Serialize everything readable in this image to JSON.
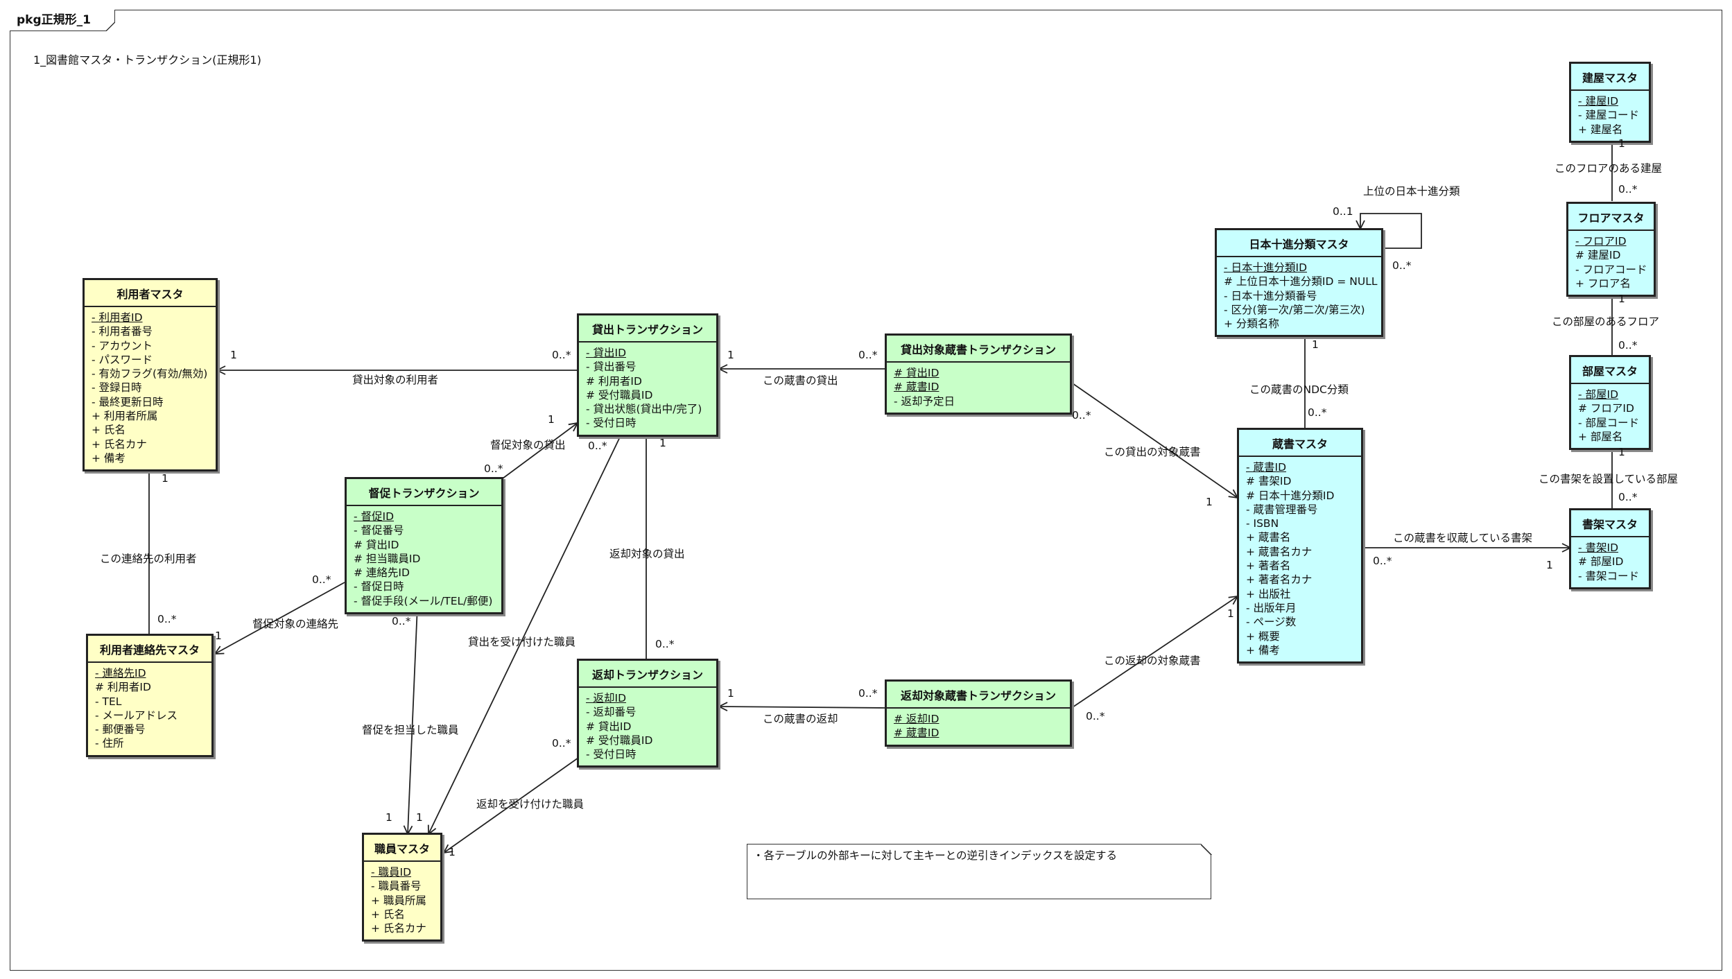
{
  "package_tab": "pkg正規形_1",
  "diagram_title": "1_図書館マスタ・トランザクション(正規形1)",
  "colors": {
    "master_user": "#ffffc6",
    "transaction": "#c8ffc8",
    "master_book": "#c8ffff"
  },
  "classes": {
    "riyousha": {
      "title": "利用者マスタ",
      "attrs": [
        "- 利用者ID",
        "- 利用者番号",
        "- アカウント",
        "- パスワード",
        "- 有効フラグ(有効/無効)",
        "- 登録日時",
        "- 最終更新日時",
        "+ 利用者所属",
        "+ 氏名",
        "+ 氏名カナ",
        "+ 備考"
      ]
    },
    "renrakusaki": {
      "title": "利用者連絡先マスタ",
      "attrs": [
        "- 連絡先ID",
        "# 利用者ID",
        "- TEL",
        "- メールアドレス",
        "- 郵便番号",
        "- 住所"
      ]
    },
    "tokusoku": {
      "title": "督促トランザクション",
      "attrs": [
        "- 督促ID",
        "- 督促番号",
        "# 貸出ID",
        "# 担当職員ID",
        "# 連絡先ID",
        "- 督促日時",
        "- 督促手段(メール/TEL/郵便)"
      ]
    },
    "kashidashi": {
      "title": "貸出トランザクション",
      "attrs": [
        "- 貸出ID",
        "- 貸出番号",
        "# 利用者ID",
        "# 受付職員ID",
        "- 貸出状態(貸出中/完了)",
        "- 受付日時"
      ]
    },
    "kashidashi_zousho": {
      "title": "貸出対象蔵書トランザクション",
      "attrs": [
        "# 貸出ID",
        "# 蔵書ID",
        "- 返却予定日"
      ]
    },
    "henkyaku": {
      "title": "返却トランザクション",
      "attrs": [
        "- 返却ID",
        "- 返却番号",
        "# 貸出ID",
        "# 受付職員ID",
        "- 受付日時"
      ]
    },
    "henkyaku_zousho": {
      "title": "返却対象蔵書トランザクション",
      "attrs": [
        "# 返却ID",
        "# 蔵書ID"
      ]
    },
    "shokuin": {
      "title": "職員マスタ",
      "attrs": [
        "- 職員ID",
        "- 職員番号",
        "+ 職員所属",
        "+ 氏名",
        "+ 氏名カナ"
      ]
    },
    "ndc": {
      "title": "日本十進分類マスタ",
      "attrs": [
        "- 日本十進分類ID",
        "# 上位日本十進分類ID = NULL",
        "- 日本十進分類番号",
        "- 区分(第一次/第二次/第三次)",
        "+ 分類名称"
      ]
    },
    "zousho": {
      "title": "蔵書マスタ",
      "attrs": [
        "- 蔵書ID",
        "# 書架ID",
        "# 日本十進分類ID",
        "- 蔵書管理番号",
        "- ISBN",
        "+ 蔵書名",
        "+ 蔵書名カナ",
        "+ 著者名",
        "+ 著者名カナ",
        "+ 出版社",
        "- 出版年月",
        "- ページ数",
        "+ 概要",
        "+ 備考"
      ]
    },
    "tateya": {
      "title": "建屋マスタ",
      "attrs": [
        "- 建屋ID",
        "- 建屋コード",
        "+ 建屋名"
      ]
    },
    "floor": {
      "title": "フロアマスタ",
      "attrs": [
        "- フロアID",
        "# 建屋ID",
        "- フロアコード",
        "+ フロア名"
      ]
    },
    "heya": {
      "title": "部屋マスタ",
      "attrs": [
        "- 部屋ID",
        "# フロアID",
        "- 部屋コード",
        "+ 部屋名"
      ]
    },
    "shoka": {
      "title": "書架マスタ",
      "attrs": [
        "- 書架ID",
        "# 部屋ID",
        "- 書架コード"
      ]
    }
  },
  "labels": {
    "r1": "貸出対象の利用者",
    "r2": "この連絡先の利用者",
    "r3": "督促対象の連絡先",
    "r4": "督促対象の貸出",
    "r5": "督促を担当した職員",
    "r6": "貸出を受け付けた職員",
    "r7": "返却対象の貸出",
    "r8": "返却を受け付けた職員",
    "r9": "この蔵書の貸出",
    "r10": "この蔵書の返却",
    "r11": "この貸出の対象蔵書",
    "r12": "この返却の対象蔵書",
    "r13": "この蔵書のNDC分類",
    "r14": "上位の日本十進分類",
    "r15": "この蔵書を収蔵している書架",
    "r16": "この書架を設置している部屋",
    "r17": "この部屋のあるフロア",
    "r18": "このフロアのある建屋"
  },
  "multiplicities": {
    "one": "1",
    "many": "0..*",
    "zero_one": "0..1"
  },
  "note": "・各テーブルの外部キーに対して主キーとの逆引きインデックスを設定する"
}
